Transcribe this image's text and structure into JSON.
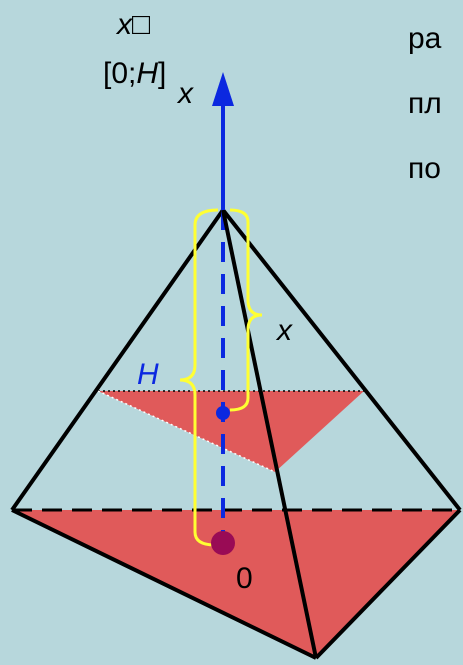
{
  "texts": {
    "top_label_line1": "x□",
    "top_label_line2_prefix": "[0;",
    "top_label_line2_var": "H",
    "top_label_line2_suffix": "]",
    "axis_label": "x",
    "right_line1": "ра",
    "right_line2": "пл",
    "right_line3": "по",
    "bracket_label_x": "x",
    "height_label": "H",
    "origin_label": "0"
  },
  "colors": {
    "background": "#b7d7dc",
    "axis_blue": "#0b28e0",
    "bracket_yellow": "#ffff33",
    "section_red": "#e05a5a",
    "origin_dot": "#990b55",
    "edges": "#000000"
  }
}
